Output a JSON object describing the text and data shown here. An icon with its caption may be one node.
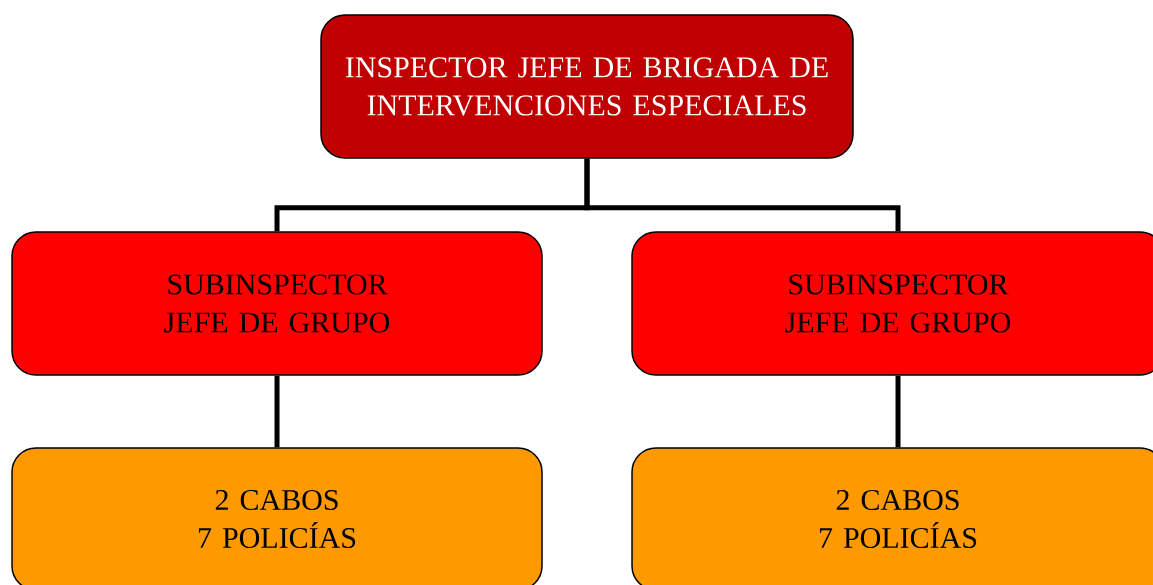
{
  "diagram": {
    "nodes": [
      {
        "text": [
          "INSPECTOR JEFE DE BRIGADA DE INTERVENCIONES ESPECIALES"
        ]
      },
      {
        "text": [
          "SUBINSPECTOR JEFE DE GRUPO"
        ]
      },
      {
        "text": [
          "2 CABOS",
          "7 POLICÍAS"
        ]
      },
      {
        "text": [
          "SUBINSPECTOR JEFE DE GRUPO"
        ]
      },
      {
        "text": [
          "2 CABOS",
          "7 POLICÍAS"
        ]
      }
    ],
    "edges": [
      {
        "from": 0,
        "to": 1,
        "arrow": "none"
      },
      {
        "from": 0,
        "to": 3,
        "arrow": "none"
      },
      {
        "from": 1,
        "to": 2,
        "arrow": "none"
      },
      {
        "from": 3,
        "to": 4,
        "arrow": "none"
      }
    ]
  }
}
